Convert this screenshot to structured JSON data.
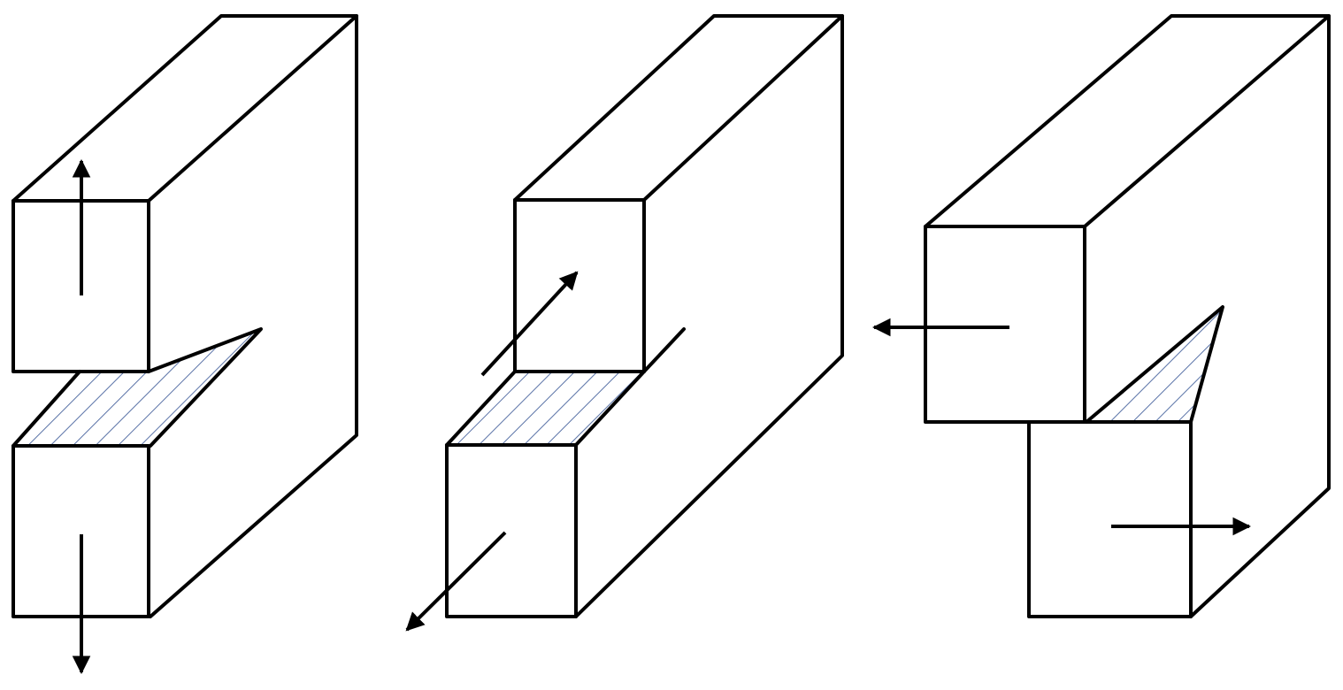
{
  "colors": {
    "outline": "#000000",
    "hatch": "#5b74a8",
    "background": "#ffffff"
  },
  "panels": [
    {
      "id": "mode-1-opening",
      "motion": "opening-vertical"
    },
    {
      "id": "mode-2-sliding",
      "motion": "in-plane-shear"
    },
    {
      "id": "mode-3-tearing",
      "motion": "out-of-plane-shear"
    }
  ]
}
